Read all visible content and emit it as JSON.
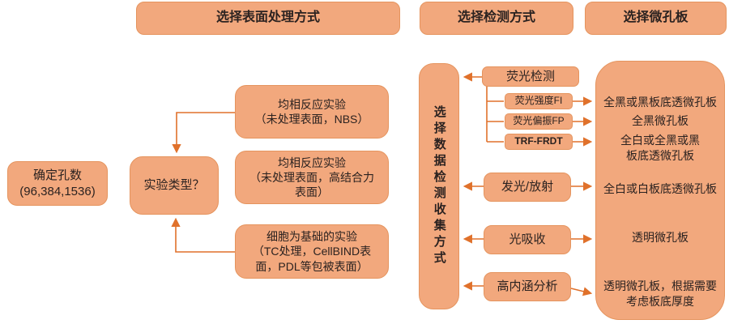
{
  "palette": {
    "box_fill": "#f2a87d",
    "box_border": "#e5945e",
    "arrow": "#e0712b",
    "text": "#2b2220"
  },
  "headers": {
    "surface": "选择表面处理方式",
    "detection": "选择检测方式",
    "plate": "选择微孔板"
  },
  "left": {
    "wells": "确定孔数\n(96,384,1536)",
    "experiment_type": "实验类型？"
  },
  "surface_options": [
    {
      "text": "均相反应实验\n（未处理表面，NBS）"
    },
    {
      "text": "均相反应实验\n（未处理表面，高结合力\n表面）"
    },
    {
      "text": "细胞为基础的实验\n（TC处理，CellBIND表\n面，PDL等包被表面）"
    }
  ],
  "collect": {
    "label": "选择数据检测收集方式"
  },
  "detection_methods": {
    "fluorescence": "荧光检测",
    "fi": "荧光强度FI",
    "fp": "荧光偏振FP",
    "trf": "TRF-FRDT",
    "luminescence": "发光/放射",
    "absorbance": "光吸收",
    "hca": "高内涵分析"
  },
  "plate_results": [
    "全黑或黑板底透微孔板",
    "全黑微孔板",
    "全白或全黑或黑\n板底透微孔板",
    "全白或白板底透微孔板",
    "透明微孔板",
    "透明微孔板，根据需要\n考虑板底厚度"
  ]
}
